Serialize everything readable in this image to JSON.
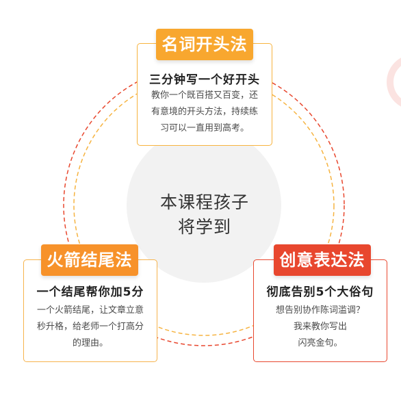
{
  "center": {
    "line1": "本课程孩子",
    "line2": "将学到"
  },
  "cards": {
    "top": {
      "tag": "名词开头法",
      "subtitle": "三分钟写一个好开头",
      "lines": [
        "教你一个既百搭又百变，还",
        "有意境的开头方法，持续练",
        "习可以一直用到高考。"
      ]
    },
    "left": {
      "tag": "火箭结尾法",
      "subtitle": "一个结尾帮你加5分",
      "lines": [
        "一个火箭结尾，让文章立意",
        "秒升格，给老师一个打高分",
        "的理由。"
      ]
    },
    "right": {
      "tag": "创意表达法",
      "subtitle": "彻底告别5个大俗句",
      "lines": [
        "想告别协作陈词滥调？",
        "我来教你写出",
        "闪亮金句。"
      ]
    }
  },
  "colors": {
    "orange": "#f8a72f",
    "deep_orange": "#f7922a",
    "red": "#e8472e",
    "center_circle": "#f2f2f2"
  }
}
